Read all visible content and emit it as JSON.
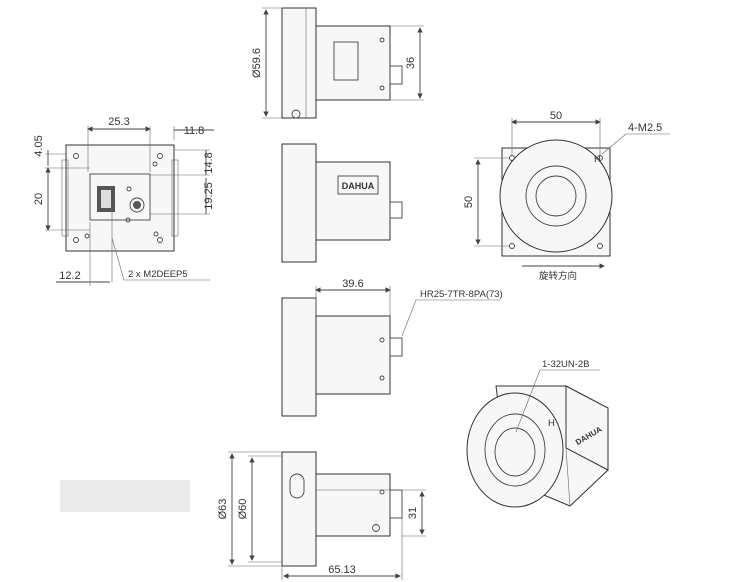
{
  "drawing": {
    "rear_view": {
      "dims": {
        "top_width": "25.3",
        "right_top": "11.8",
        "left_top": "4.05",
        "right_mid1": "14.8",
        "right_mid2": "19.25",
        "left_mid": "20",
        "bottom_left": "12.2"
      },
      "screw_label": "2 x  M2DEEP5"
    },
    "top_view": {
      "dia": "Ø59.6",
      "height": "36"
    },
    "front_view": {
      "width": "50",
      "height": "50",
      "holes": "4-M2.5",
      "marker": "H",
      "rotation": "旋转方向"
    },
    "side_view": {
      "length": "39.6",
      "connector": "HR25-7TR-8PA(73)"
    },
    "iso_view": {
      "mount": "1-32UN-2B",
      "marker": "H"
    },
    "bottom_view": {
      "dia_outer": "Ø63",
      "dia_inner": "Ø60",
      "height": "31",
      "length": "65.13"
    }
  }
}
